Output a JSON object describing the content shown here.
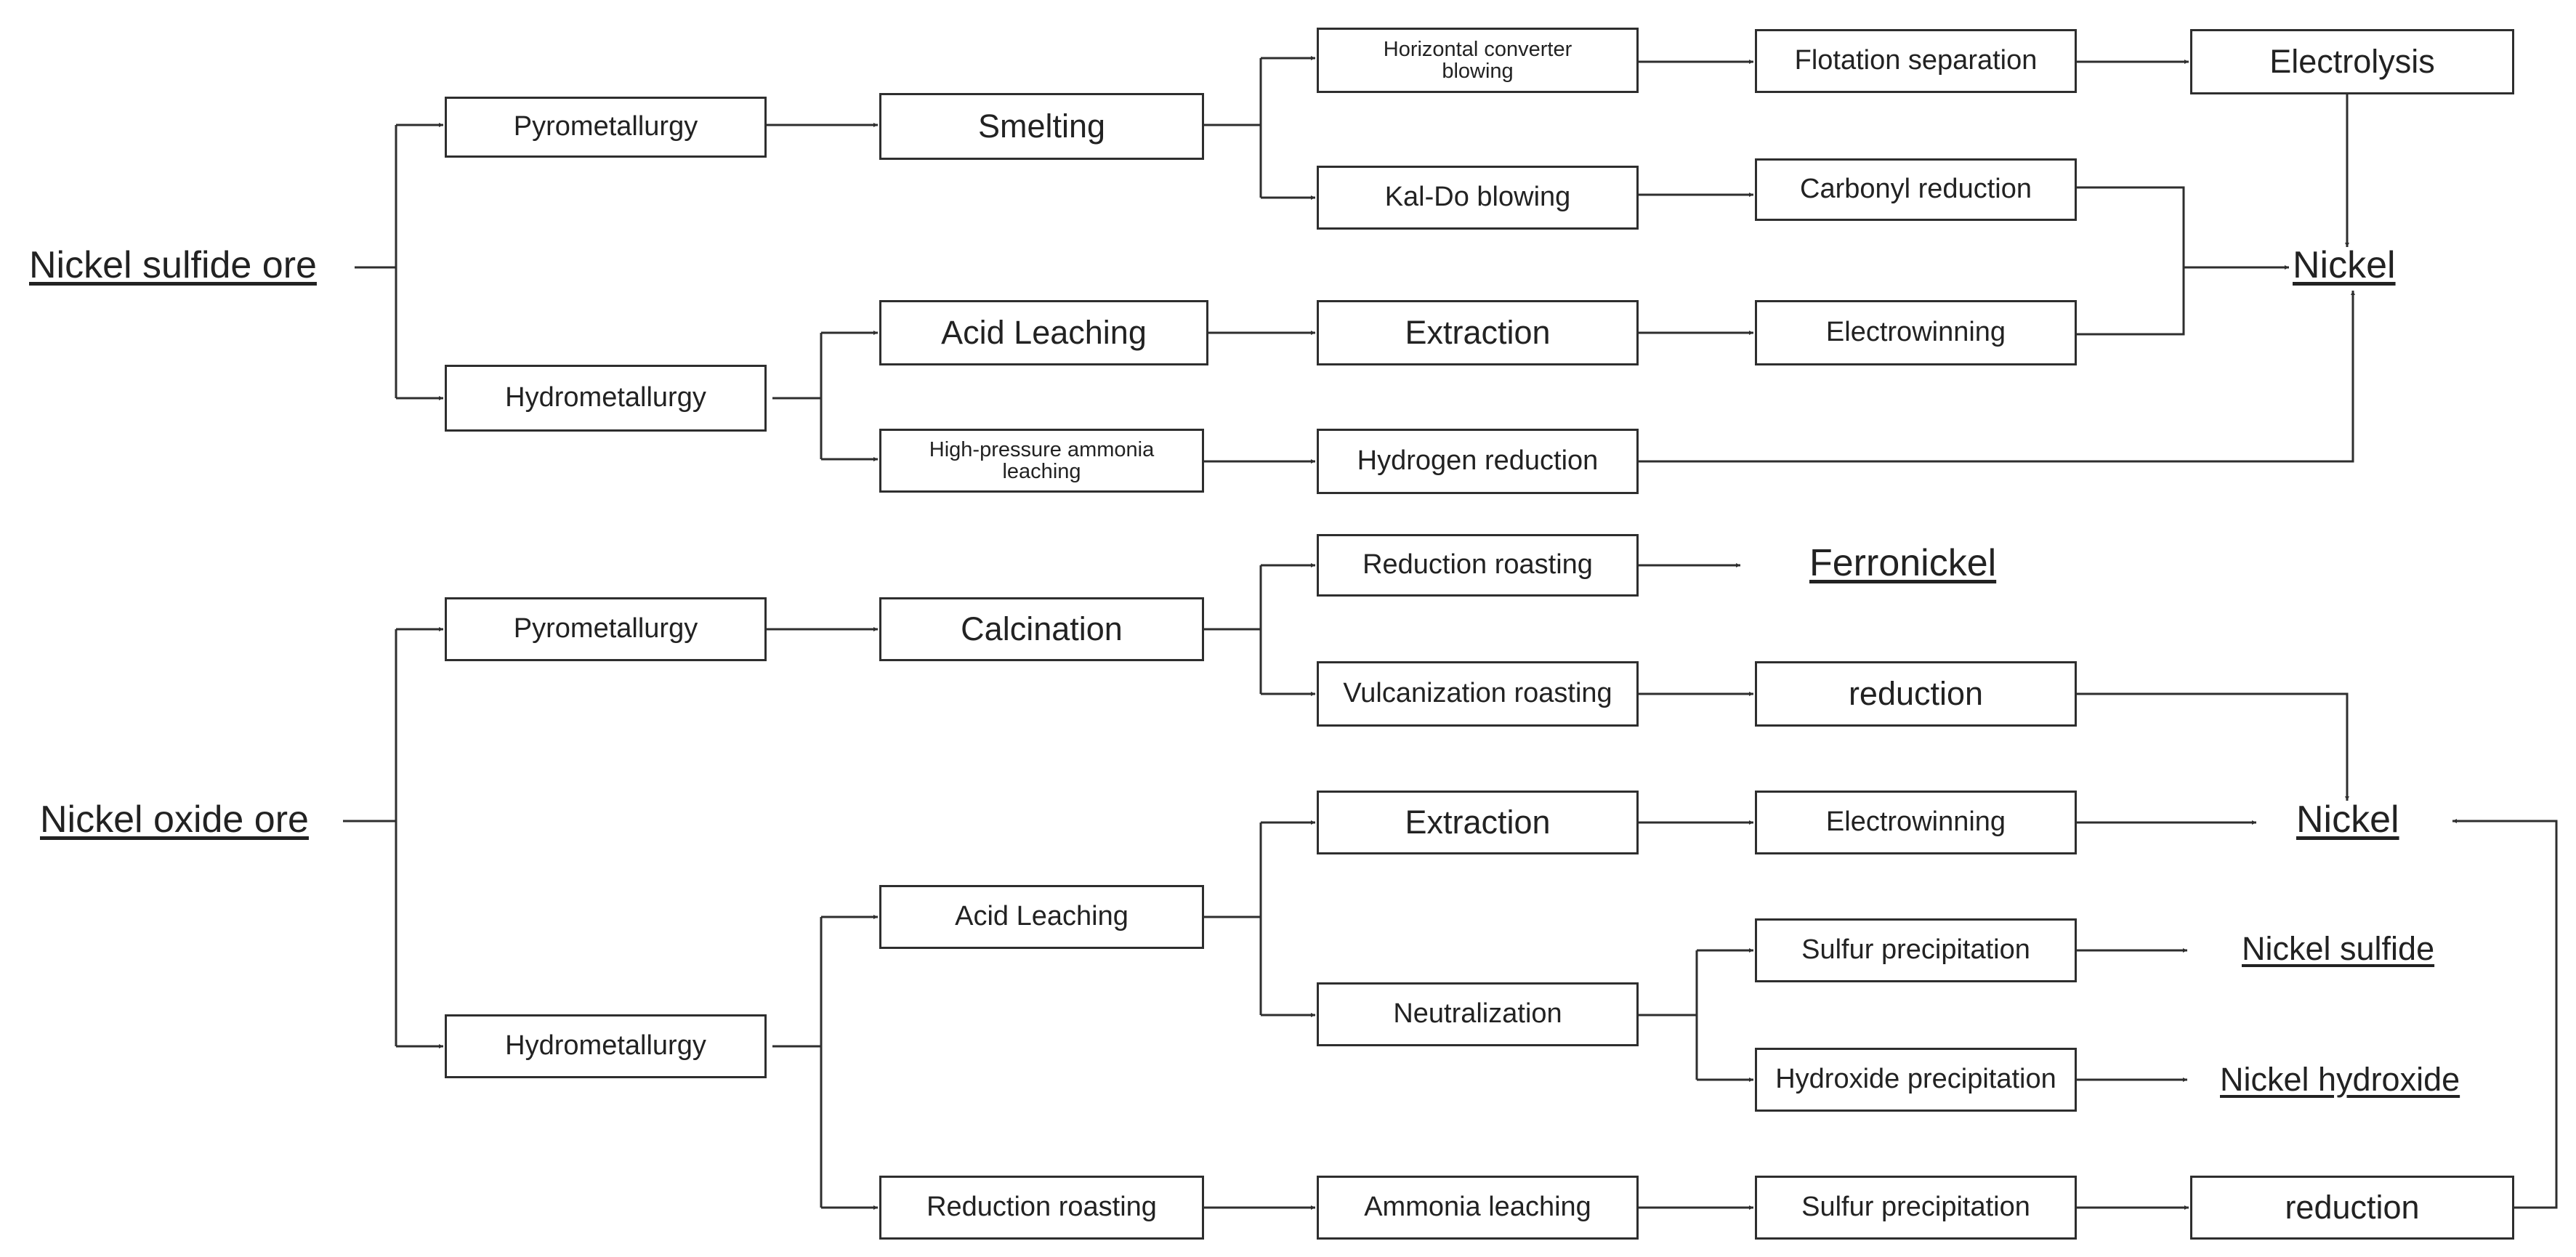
{
  "sulfide": {
    "source": "Nickel sulfide ore",
    "pyro": "Pyrometallurgy",
    "smelting": "Smelting",
    "horizontal_converter": "Horizontal converter blowing",
    "kaldo": "Kal-Do blowing",
    "flotation": "Flotation separation",
    "carbonyl": "Carbonyl reduction",
    "electrolysis": "Electrolysis",
    "hydro": "Hydrometallurgy",
    "acid_leaching": "Acid Leaching",
    "extraction": "Extraction",
    "electrowinning": "Electrowinning",
    "hp_ammonia": "High-pressure ammonia leaching",
    "hydrogen_reduction": "Hydrogen reduction",
    "product": "Nickel"
  },
  "oxide": {
    "source": "Nickel oxide ore",
    "pyro": "Pyrometallurgy",
    "calcination": "Calcination",
    "reduction_roasting": "Reduction roasting",
    "ferronickel": "Ferronickel",
    "vulcanization": "Vulcanization roasting",
    "reduction": "reduction",
    "hydro": "Hydrometallurgy",
    "acid_leaching": "Acid Leaching",
    "extraction": "Extraction",
    "electrowinning": "Electrowinning",
    "product": "Nickel",
    "neutralization": "Neutralization",
    "sulfur_precip": "Sulfur precipitation",
    "nickel_sulfide": "Nickel sulfide",
    "hydroxide_precip": "Hydroxide precipitation",
    "nickel_hydroxide": "Nickel hydroxide",
    "reduction_roasting_2": "Reduction roasting",
    "ammonia_leaching": "Ammonia leaching",
    "sulfur_precip_2": "Sulfur precipitation",
    "reduction_2": "reduction"
  },
  "style": {
    "line_color": "#2e2e2e",
    "text_color": "#222222"
  }
}
